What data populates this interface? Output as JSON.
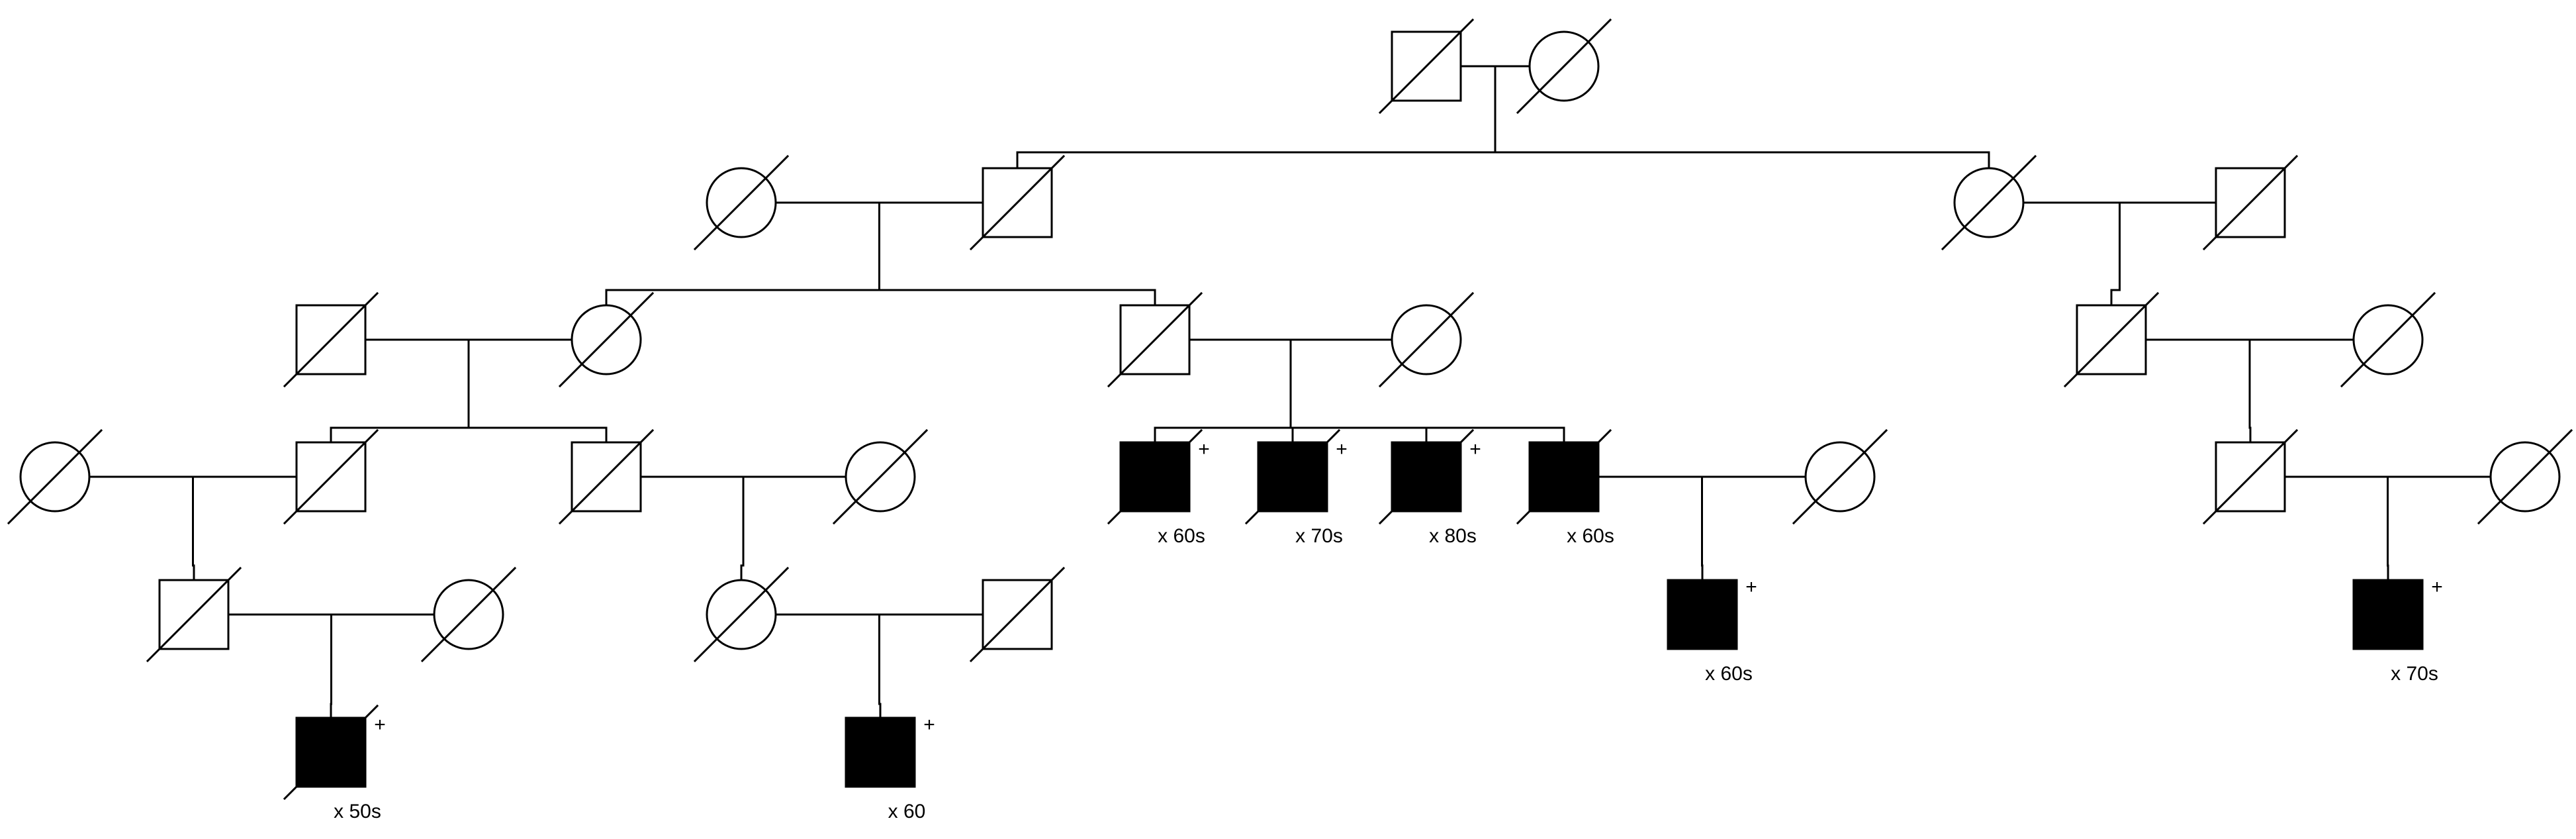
{
  "colors": {
    "line": "#000000",
    "background": "#ffffff",
    "affected_fill": "#000000",
    "unaffected_fill": "#ffffff"
  },
  "marker_symbol": "+",
  "annotations": [
    "x 50s",
    "x 60",
    "x 60s",
    "x 70s",
    "x 80s",
    "x 60s",
    "x 60s",
    "x 70s"
  ],
  "pedigree": {
    "people": [
      {
        "id": "g1_m",
        "sex": "male",
        "deceased": true,
        "affected": false
      },
      {
        "id": "g1_f",
        "sex": "female",
        "deceased": true,
        "affected": false
      },
      {
        "id": "g2_lf",
        "sex": "female",
        "deceased": true,
        "affected": false
      },
      {
        "id": "g2_lm",
        "sex": "male",
        "deceased": true,
        "affected": false
      },
      {
        "id": "g2_rf",
        "sex": "female",
        "deceased": true,
        "affected": false
      },
      {
        "id": "g2_rm",
        "sex": "male",
        "deceased": true,
        "affected": false
      },
      {
        "id": "g3_am",
        "sex": "male",
        "deceased": true,
        "affected": false
      },
      {
        "id": "g3_af",
        "sex": "female",
        "deceased": true,
        "affected": false
      },
      {
        "id": "g3_bm",
        "sex": "male",
        "deceased": true,
        "affected": false
      },
      {
        "id": "g3_bf",
        "sex": "female",
        "deceased": true,
        "affected": false
      },
      {
        "id": "g3_cm",
        "sex": "male",
        "deceased": true,
        "affected": false
      },
      {
        "id": "g3_cf",
        "sex": "female",
        "deceased": true,
        "affected": false
      },
      {
        "id": "g4_af",
        "sex": "female",
        "deceased": true,
        "affected": false
      },
      {
        "id": "g4_am",
        "sex": "male",
        "deceased": true,
        "affected": false
      },
      {
        "id": "g4_bm",
        "sex": "male",
        "deceased": true,
        "affected": false
      },
      {
        "id": "g4_bf",
        "sex": "female",
        "deceased": true,
        "affected": false
      },
      {
        "id": "g4_c1",
        "sex": "male",
        "deceased": true,
        "affected": true,
        "marker": true,
        "note": 2
      },
      {
        "id": "g4_c2",
        "sex": "male",
        "deceased": true,
        "affected": true,
        "marker": true,
        "note": 3
      },
      {
        "id": "g4_c3",
        "sex": "male",
        "deceased": true,
        "affected": true,
        "marker": true,
        "note": 4
      },
      {
        "id": "g4_c4",
        "sex": "male",
        "deceased": true,
        "affected": true,
        "marker": false,
        "note": 5
      },
      {
        "id": "g4_cf",
        "sex": "female",
        "deceased": true,
        "affected": false
      },
      {
        "id": "g4_dm",
        "sex": "male",
        "deceased": true,
        "affected": false
      },
      {
        "id": "g4_df",
        "sex": "female",
        "deceased": true,
        "affected": false
      },
      {
        "id": "g5_am",
        "sex": "male",
        "deceased": true,
        "affected": false
      },
      {
        "id": "g5_af",
        "sex": "female",
        "deceased": true,
        "affected": false
      },
      {
        "id": "g5_bf",
        "sex": "female",
        "deceased": true,
        "affected": false
      },
      {
        "id": "g5_bm",
        "sex": "male",
        "deceased": true,
        "affected": false
      },
      {
        "id": "g5_c",
        "sex": "male",
        "deceased": false,
        "affected": true,
        "marker": true,
        "note": 6
      },
      {
        "id": "g5_d",
        "sex": "male",
        "deceased": false,
        "affected": true,
        "marker": true,
        "note": 7
      },
      {
        "id": "g6_a",
        "sex": "male",
        "deceased": true,
        "affected": true,
        "marker": true,
        "note": 0
      },
      {
        "id": "g6_b",
        "sex": "male",
        "deceased": false,
        "affected": true,
        "marker": true,
        "note": 1
      }
    ],
    "couples": [
      {
        "partners": [
          "g1_m",
          "g1_f"
        ],
        "children": [
          "g2_lm",
          "g2_rf"
        ]
      },
      {
        "partners": [
          "g2_lf",
          "g2_lm"
        ],
        "children": [
          "g3_af",
          "g3_bm"
        ]
      },
      {
        "partners": [
          "g2_rf",
          "g2_rm"
        ],
        "children": [
          "g3_cm"
        ]
      },
      {
        "partners": [
          "g3_am",
          "g3_af"
        ],
        "children": [
          "g4_am",
          "g4_bm"
        ]
      },
      {
        "partners": [
          "g3_bm",
          "g3_bf"
        ],
        "children": [
          "g4_c1",
          "g4_c2",
          "g4_c3",
          "g4_c4"
        ]
      },
      {
        "partners": [
          "g3_cm",
          "g3_cf"
        ],
        "children": [
          "g4_dm"
        ]
      },
      {
        "partners": [
          "g4_af",
          "g4_am"
        ],
        "children": [
          "g5_am"
        ]
      },
      {
        "partners": [
          "g4_bm",
          "g4_bf"
        ],
        "children": [
          "g5_bf"
        ]
      },
      {
        "partners": [
          "g4_c4",
          "g4_cf"
        ],
        "children": [
          "g5_c"
        ]
      },
      {
        "partners": [
          "g4_dm",
          "g4_df"
        ],
        "children": [
          "g5_d"
        ]
      },
      {
        "partners": [
          "g5_am",
          "g5_af"
        ],
        "children": [
          "g6_a"
        ]
      },
      {
        "partners": [
          "g5_bf",
          "g5_bm"
        ],
        "children": [
          "g6_b"
        ]
      }
    ]
  }
}
